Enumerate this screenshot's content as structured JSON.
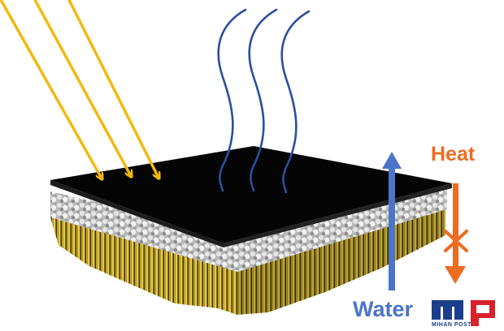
{
  "labels": {
    "heat": "Heat",
    "water": "Water"
  },
  "logo": {
    "caption": "MIHAN POST"
  },
  "colors": {
    "sunlight": "#f2b90f",
    "vapor": "#2a4f9c",
    "water_arrow": "#4c74c8",
    "heat_arrow": "#ec6c22",
    "heat_text": "#ec6c22",
    "water_text": "#4c74c8",
    "absorber": "#050505",
    "foam": "#c9c9c9",
    "support": "#b89a1e",
    "logo_blue": "#1b3d8c",
    "logo_red": "#d8232a"
  },
  "icons": {
    "sun_rays": "arrow-diagonal-down-right",
    "vapor": "wavy-line",
    "water_flow": "arrow-up",
    "heat_flow": "arrow-down-blocked"
  }
}
